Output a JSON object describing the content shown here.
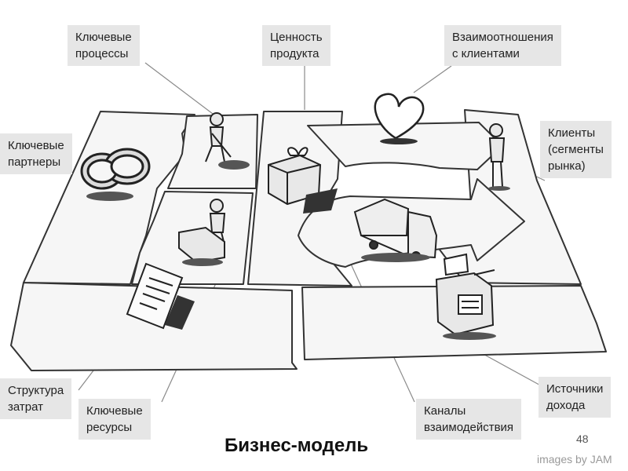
{
  "labels": {
    "key_processes": "Ключевые\nпроцессы",
    "value_proposition": "Ценность\nпродукта",
    "customer_relationships": "Взаимоотношения\nс клиентами",
    "key_partners": "Ключевые\nпартнеры",
    "customer_segments": "Клиенты\n(сегменты\nрынка)",
    "cost_structure": "Структура\nзатрат",
    "key_resources": "Ключевые\nресурсы",
    "channels": "Каналы\nвзаимодействия",
    "revenue_streams": "Источники\nдохода"
  },
  "title": "Бизнес-модель",
  "page_number": "48",
  "credit": "images by JAM",
  "colors": {
    "label_bg": "#e6e6e6",
    "line": "#333333",
    "block_fill": "#f6f6f6",
    "leader": "#8a8a8a"
  },
  "icons": [
    "rings-icon",
    "gift-icon",
    "heart-icon",
    "person-icon",
    "shovel-worker-icon",
    "machine-icon",
    "document-icon",
    "truck-icon",
    "cash-register-icon"
  ]
}
